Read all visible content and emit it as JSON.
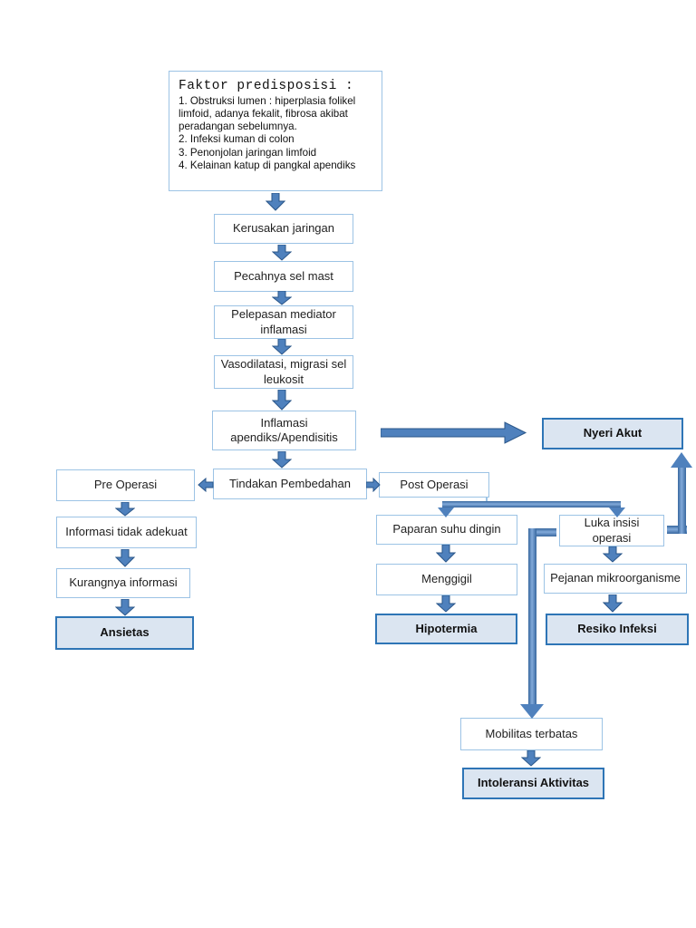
{
  "title": "Pathway flowchart - Apendisitis (Indonesian nursing care diagram)",
  "colors": {
    "box_border_light": "#9cc3e5",
    "box_fill": "#ffffff",
    "outcome_fill": "#dbe5f1",
    "outcome_border": "#2e75b6",
    "arrow_fill": "#4f81bd",
    "arrow_edge": "#2a5689"
  },
  "predisposing_factors": {
    "title": "Faktor predisposisi :",
    "items": [
      "1. Obstruksi lumen : hiperplasia folikel limfoid, adanya fekalit, fibrosa akibat peradangan sebelumnya.",
      "2. Infeksi kuman di colon",
      "3. Penonjolan jaringan limfoid",
      "4. Kelainan katup di pangkal apendiks"
    ]
  },
  "nodes": {
    "kerusakan_jaringan": {
      "label": "Kerusakan jaringan"
    },
    "pecahnya_sel_mast": {
      "label": "Pecahnya sel mast"
    },
    "pelepasan_mediator": {
      "label": "Pelepasan mediator inflamasi"
    },
    "vasodilatasi": {
      "label": "Vasodilatasi, migrasi sel leukosit"
    },
    "inflamasi_apendiks": {
      "label": "Inflamasi apendiks/Apendisitis"
    },
    "tindakan_pembedahan": {
      "label": "Tindakan Pembedahan"
    },
    "nyeri_akut": {
      "label": "Nyeri Akut"
    },
    "pre_operasi": {
      "label": "Pre Operasi"
    },
    "informasi_tidak_adekuat": {
      "label": "Informasi tidak adekuat"
    },
    "kurangnya_informasi": {
      "label": "Kurangnya informasi"
    },
    "ansietas": {
      "label": "Ansietas"
    },
    "post_operasi": {
      "label": "Post Operasi"
    },
    "paparan_suhu_dingin": {
      "label": "Paparan suhu dingin"
    },
    "menggigil": {
      "label": "Menggigil"
    },
    "hipotermia": {
      "label": "Hipotermia"
    },
    "luka_insisi_operasi": {
      "label": "Luka insisi operasi"
    },
    "pejanan_mikroorganisme": {
      "label": "Pejanan mikroorganisme"
    },
    "resiko_infeksi": {
      "label": "Resiko Infeksi"
    },
    "mobilitas_terbatas": {
      "label": "Mobilitas terbatas"
    },
    "intoleransi_aktivitas": {
      "label": "Intoleransi Aktivitas"
    }
  }
}
